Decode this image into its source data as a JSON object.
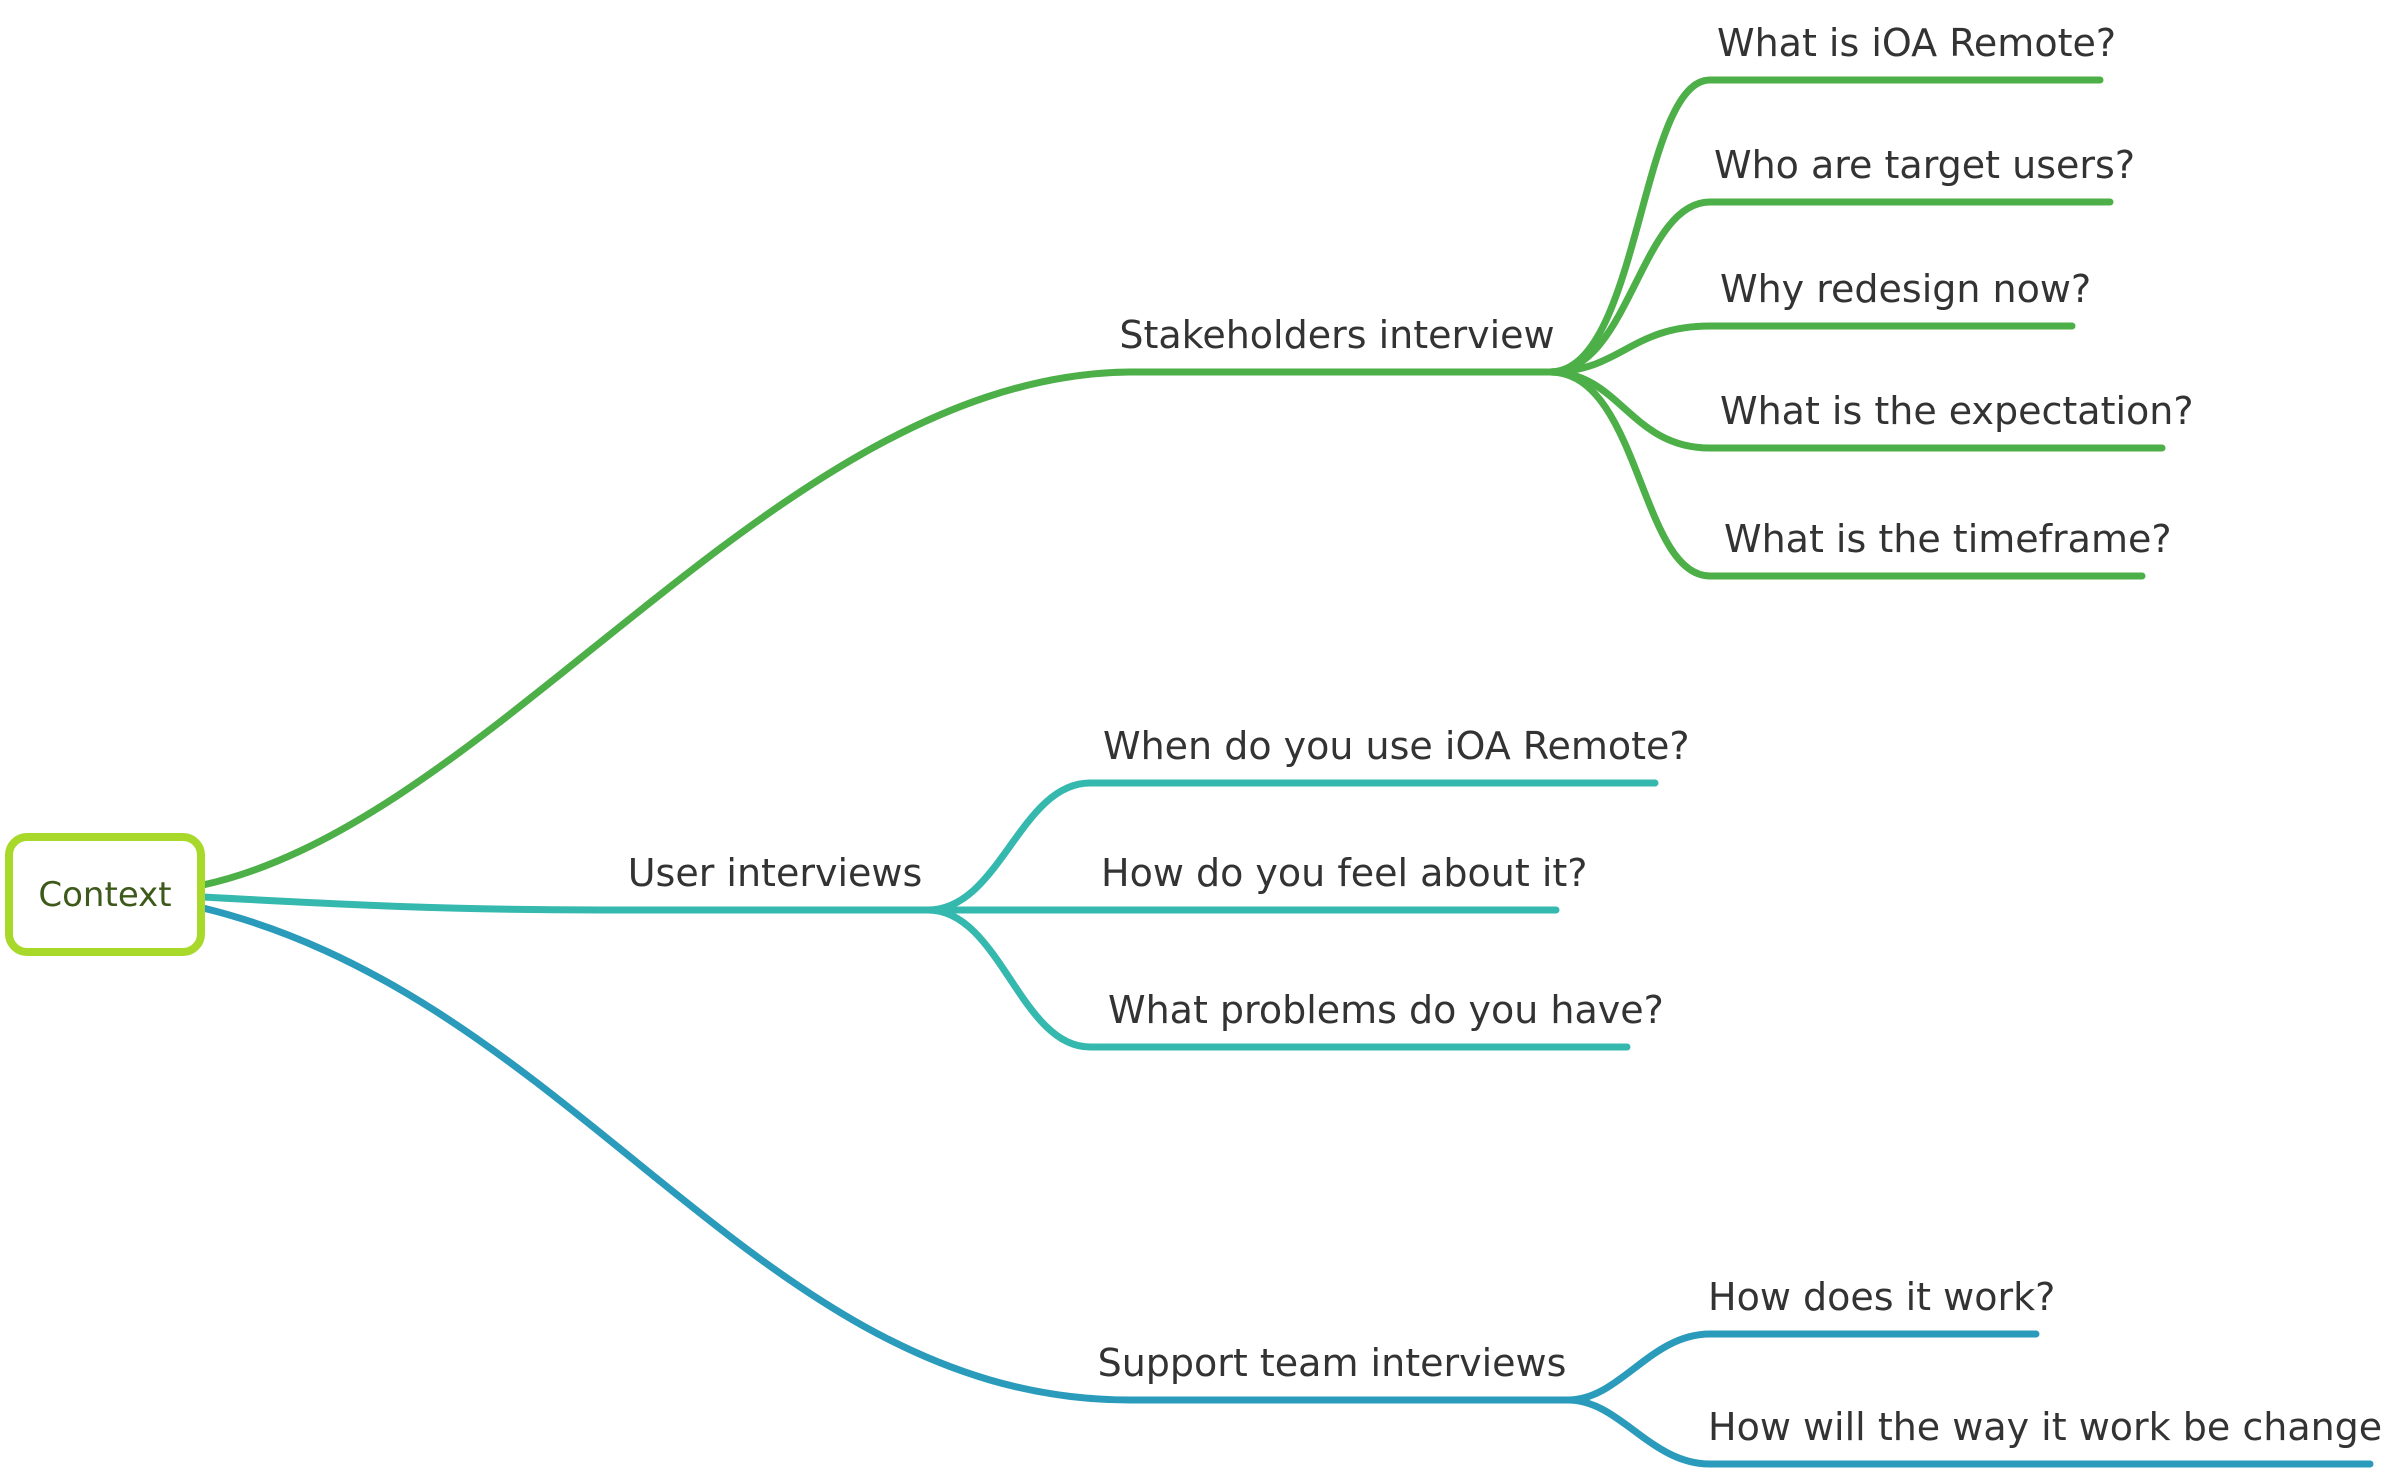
{
  "diagram": {
    "root": {
      "label": "Context",
      "border_color": "#a8d82a",
      "text_color": "#3d5a1a"
    },
    "branches": [
      {
        "key": "stakeholders",
        "label": "Stakeholders interview",
        "color": "#4caf47",
        "children": [
          "What is iOA Remote?",
          "Who are target users?",
          "Why redesign now?",
          "What is the expectation?",
          "What is the timeframe?"
        ]
      },
      {
        "key": "users",
        "label": "User interviews",
        "color": "#35b8ae",
        "children": [
          "When do you use iOA Remote?",
          "How do you feel about it?",
          "What problems do you have?"
        ]
      },
      {
        "key": "support",
        "label": "Support team interviews",
        "color": "#2a9bbb",
        "children": [
          "How does it work?",
          "How will the way it work be changed?"
        ]
      }
    ]
  }
}
